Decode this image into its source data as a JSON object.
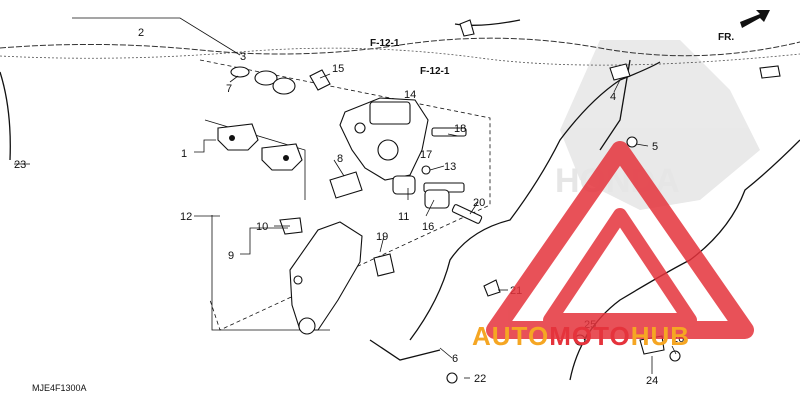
{
  "diagram": {
    "part_code": "MJE4F1300A",
    "references": [
      "F-12-1",
      "F-12-1"
    ],
    "direction_label": "FR.",
    "callouts": [
      "1",
      "2",
      "3",
      "4",
      "5",
      "6",
      "7",
      "8",
      "9",
      "10",
      "11",
      "12",
      "13",
      "14",
      "15",
      "16",
      "17",
      "18",
      "19",
      "20",
      "21",
      "22",
      "23",
      "24",
      "25",
      "26"
    ]
  },
  "watermark": {
    "part1": "AUTO",
    "part2": "MOTO",
    "part3": "HUB",
    "color_orange": "#f5a623",
    "color_red": "#e5333c",
    "background_brand": "HONDA"
  }
}
